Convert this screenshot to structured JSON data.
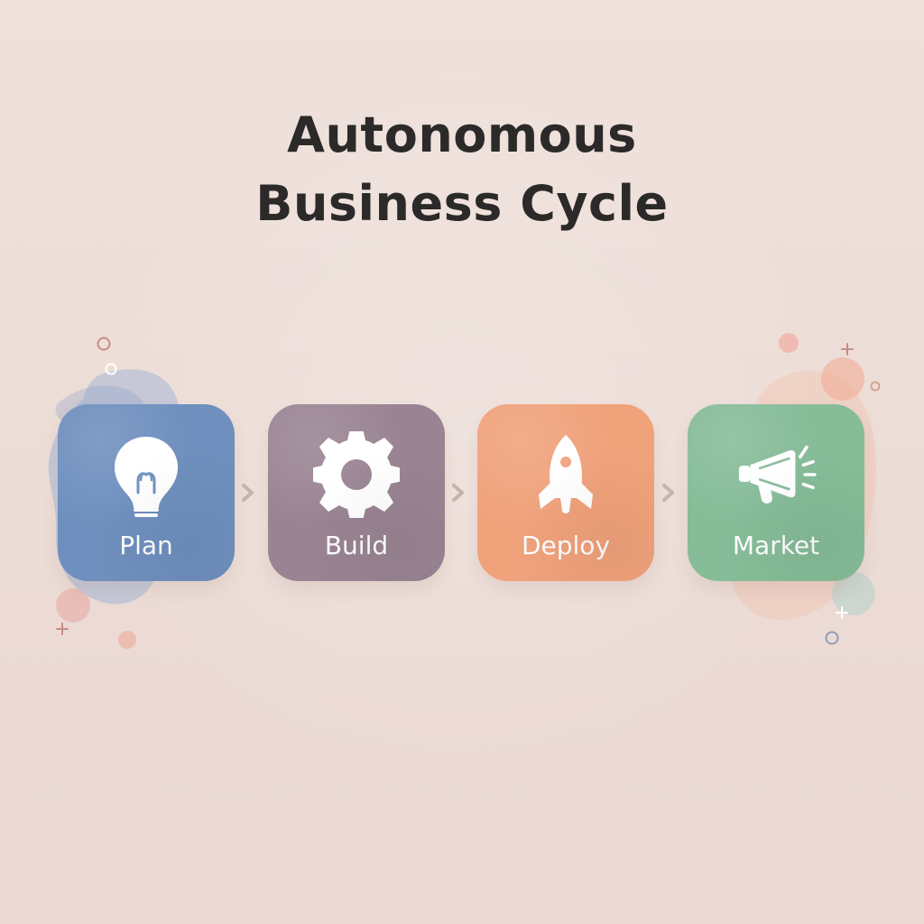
{
  "title_lines": [
    "Autonomous",
    "Business Cycle"
  ],
  "steps": [
    {
      "label": "Plan",
      "icon": "lightbulb-icon",
      "color": "#6f8fbe"
    },
    {
      "label": "Build",
      "icon": "gear-icon",
      "color": "#9a8493"
    },
    {
      "label": "Deploy",
      "icon": "rocket-icon",
      "color": "#f0a27b"
    },
    {
      "label": "Market",
      "icon": "megaphone-icon",
      "color": "#86bc98"
    }
  ],
  "colors": {
    "background": "#ecdcd6",
    "title": "#2b2a29",
    "arrow": "#c4b3ae",
    "blob_blue": "#9fb0d0",
    "blob_peach": "#f1c4b1",
    "blob_green": "#b7d3c3",
    "dot_pink": "#e7b2ab"
  }
}
